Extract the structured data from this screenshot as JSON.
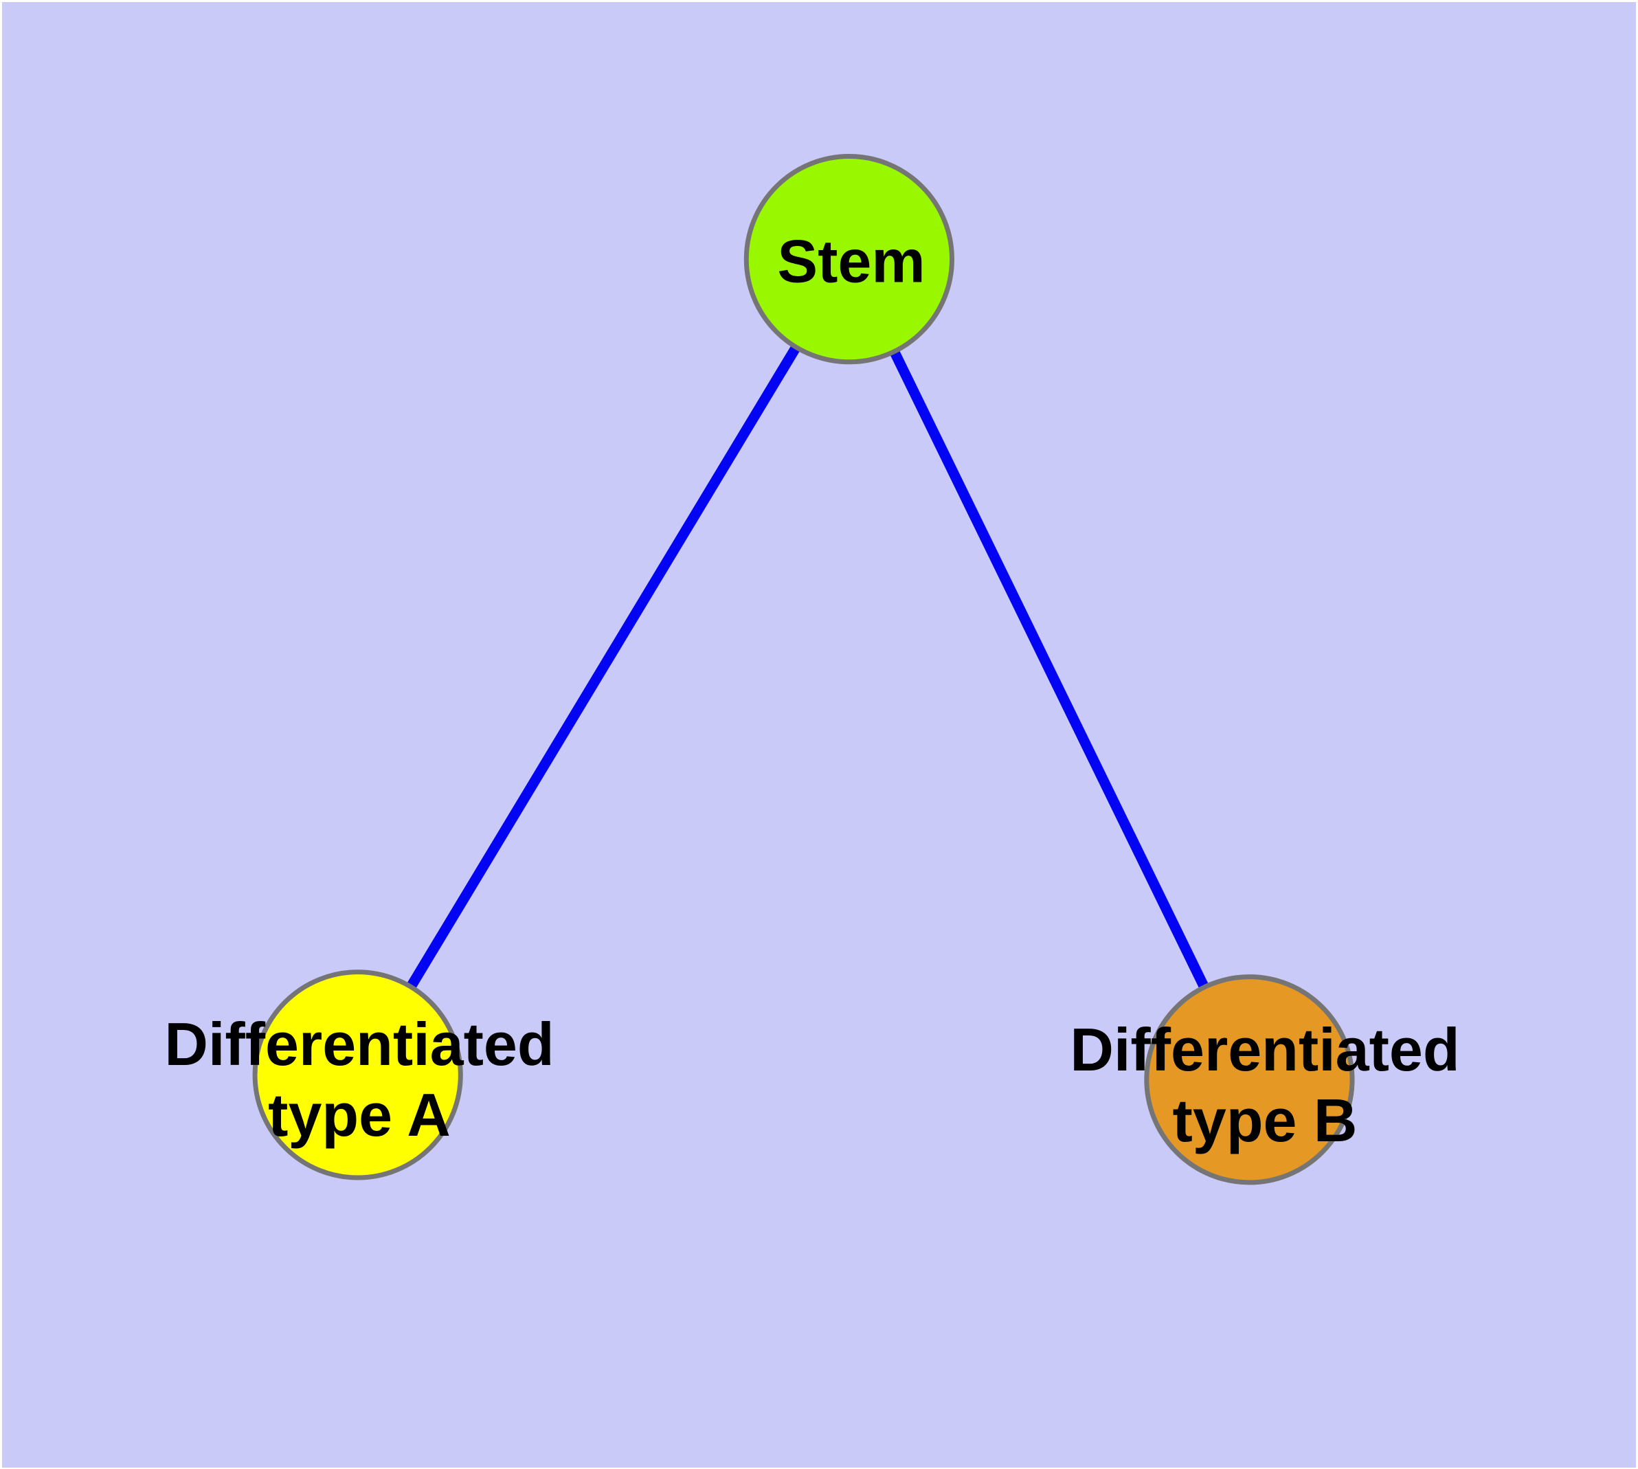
{
  "canvas": {
    "background_color": "#CACAF8",
    "frame_color": "#FFFFFF"
  },
  "graph": {
    "type": "node-link-diagram",
    "edge_color": "#0404F4",
    "node_border_color": "#757575",
    "nodes": [
      {
        "id": "stem",
        "label": "Stem",
        "color": "#99F800"
      },
      {
        "id": "type-a",
        "label_line1": "Differentiated",
        "label_line2": "type A",
        "color": "#FFFF00"
      },
      {
        "id": "type-b",
        "label_line1": "Differentiated",
        "label_line2": "type B",
        "color": "#E59824"
      }
    ],
    "edges": [
      {
        "source": "Stem",
        "target": "Differentiated type A"
      },
      {
        "source": "Stem",
        "target": "Differentiated type B"
      }
    ]
  }
}
